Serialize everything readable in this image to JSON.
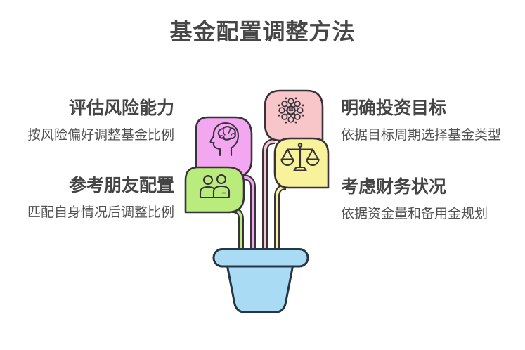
{
  "title": "基金配置调整方法",
  "items": [
    {
      "id": "risk",
      "heading": "评估风险能力",
      "description": "按风险偏好调整基金比例",
      "side": "left",
      "icon": "brain-head-icon",
      "leaf_color_key": "leaf_magenta"
    },
    {
      "id": "goal",
      "heading": "明确投资目标",
      "description": "依据目标周期选择基金类型",
      "side": "right",
      "icon": "network-icon",
      "leaf_color_key": "leaf_pink"
    },
    {
      "id": "friends",
      "heading": "参考朋友配置",
      "description": "匹配自身情况后调整比例",
      "side": "left",
      "icon": "people-icon",
      "leaf_color_key": "leaf_green"
    },
    {
      "id": "finance",
      "heading": "考虑财务状况",
      "description": "依据资金量和备用金规划",
      "side": "right",
      "icon": "scales-icon",
      "leaf_color_key": "leaf_yellow"
    }
  ],
  "colors": {
    "leaf_magenta": "#F2A7F0",
    "leaf_pink": "#F8C5C9",
    "leaf_green": "#B9EC7D",
    "leaf_yellow": "#F8F29B",
    "pot": "#A9DBF5",
    "pot_outline": "#263645",
    "outline": "#37323C",
    "title_text": "#474747",
    "heading_text": "#454545",
    "description_text": "#525252"
  }
}
